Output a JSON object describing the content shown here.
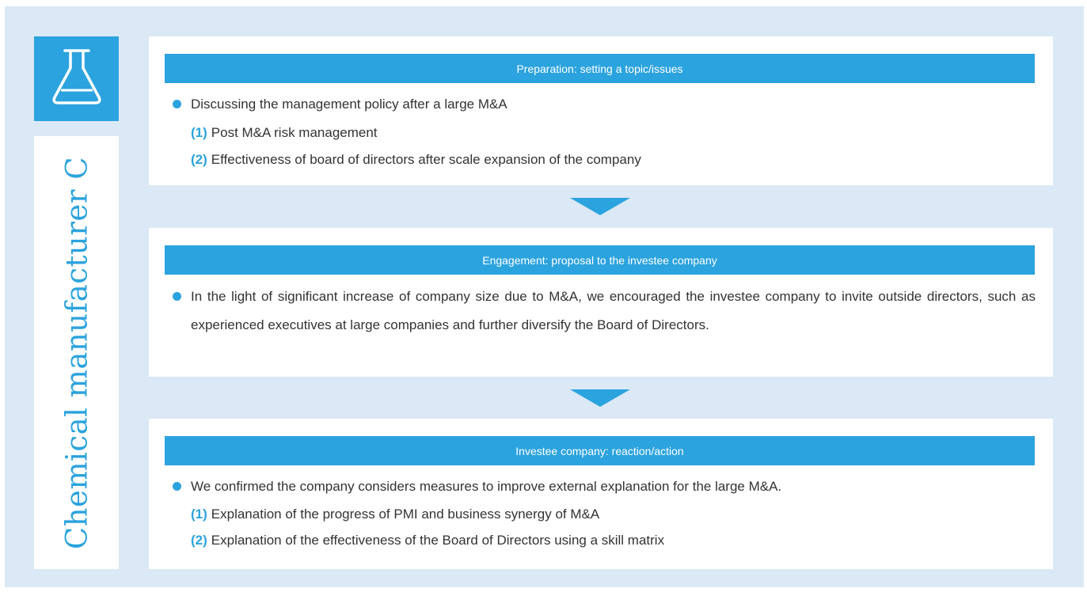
{
  "sidebar": {
    "icon": "flask-icon",
    "label": "Chemical manufacturer C"
  },
  "colors": {
    "accent": "#2ba3de",
    "background": "#dbe8f5",
    "panel": "#ffffff",
    "text": "#333333"
  },
  "preparation": {
    "header": "Preparation: setting a topic/issues",
    "bullet": "Discussing the management policy after a large M&A",
    "items": [
      {
        "num": "(1)",
        "text": "Post M&A risk management"
      },
      {
        "num": "(2)",
        "text": "Effectiveness of board of directors after scale expansion of the company"
      }
    ]
  },
  "engagement": {
    "header": "Engagement: proposal to the investee company",
    "bullet": "In the light of significant increase of company size due to M&A, we encouraged the investee company to invite outside directors, such as experienced executives at large companies and further diversify the Board of Directors."
  },
  "reaction": {
    "header": "Investee company: reaction/action",
    "bullet": "We confirmed the company considers measures to improve external explanation for the large M&A.",
    "items": [
      {
        "num": "(1)",
        "text": "Explanation of the progress of PMI and business synergy of M&A"
      },
      {
        "num": "(2)",
        "text": "Explanation of the effectiveness of the Board of Directors using a skill matrix"
      }
    ]
  }
}
